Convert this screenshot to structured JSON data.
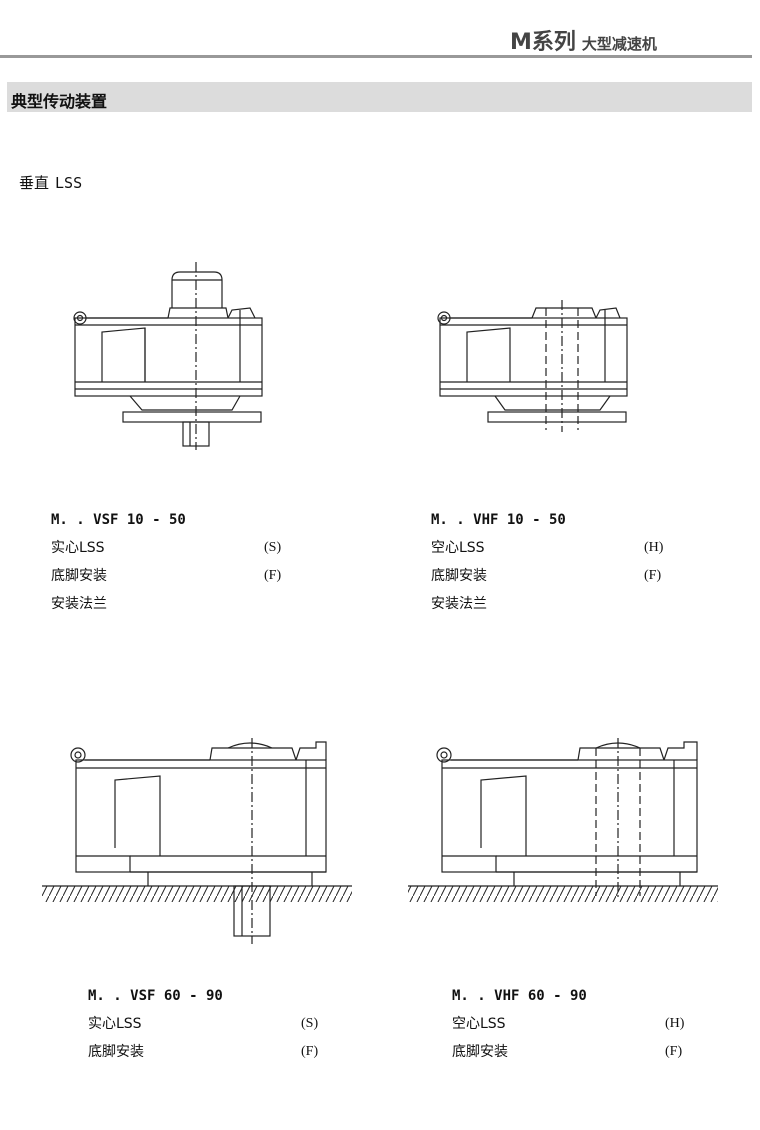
{
  "header": {
    "series_label": "M系列",
    "subtitle": "大型减速机"
  },
  "section": {
    "title": "典型传动装置"
  },
  "orientation": {
    "label": "垂直",
    "code": "LSS"
  },
  "diagrams": [
    {
      "model": "M. . VSF 10 - 50",
      "rows": [
        {
          "label": "实心LSS",
          "code": "(S)"
        },
        {
          "label": "底脚安装",
          "code": "(F)"
        },
        {
          "label": "安装法兰",
          "code": ""
        }
      ]
    },
    {
      "model": "M. . VHF 10 - 50",
      "rows": [
        {
          "label": "空心LSS",
          "code": "(H)"
        },
        {
          "label": "底脚安装",
          "code": "(F)"
        },
        {
          "label": "安装法兰",
          "code": ""
        }
      ]
    },
    {
      "model": "M. . VSF 60 - 90",
      "rows": [
        {
          "label": "实心LSS",
          "code": "(S)"
        },
        {
          "label": "底脚安装",
          "code": "(F)"
        }
      ]
    },
    {
      "model": "M. . VHF 60 - 90",
      "rows": [
        {
          "label": "空心LSS",
          "code": "(H)"
        },
        {
          "label": "底脚安装",
          "code": "(F)"
        }
      ]
    }
  ]
}
